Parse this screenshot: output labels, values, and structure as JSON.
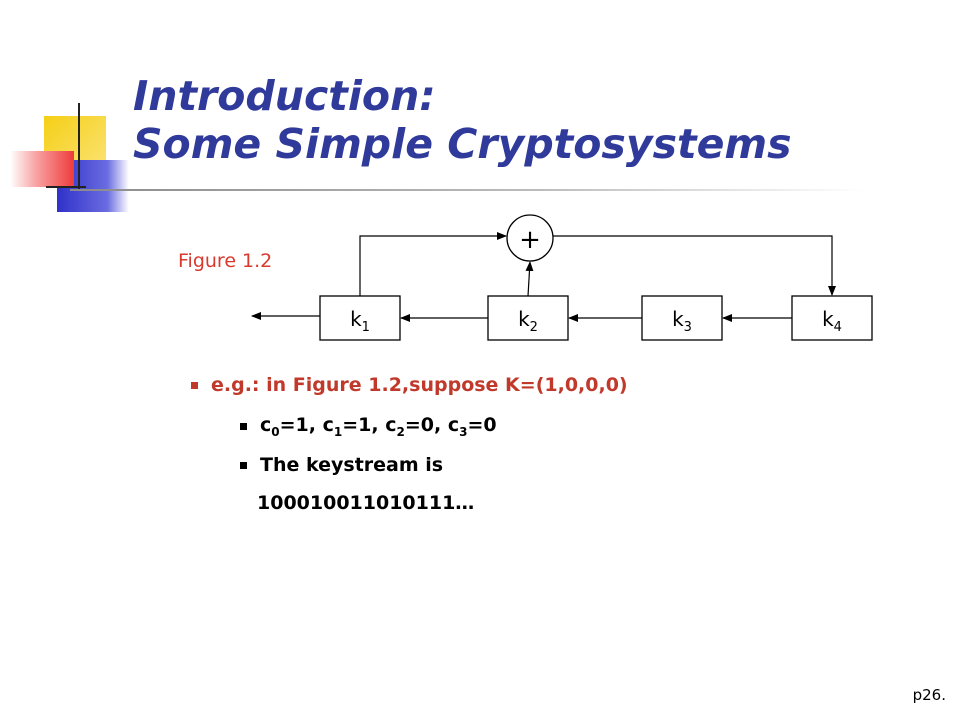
{
  "slide": {
    "title_line1": "Introduction:",
    "title_line2": "Some Simple Cryptosystems",
    "page_number": "p26."
  },
  "figure": {
    "label": "Figure 1.2",
    "adder_symbol": "+",
    "registers": [
      {
        "base": "k",
        "sub": "1"
      },
      {
        "base": "k",
        "sub": "2"
      },
      {
        "base": "k",
        "sub": "3"
      },
      {
        "base": "k",
        "sub": "4"
      }
    ]
  },
  "content": {
    "example_text": "e.g.: in Figure 1.2,suppose K=(1,0,0,0)",
    "coeffs": [
      {
        "base": "c",
        "sub": "0",
        "val": "=1, "
      },
      {
        "base": "c",
        "sub": "1",
        "val": "=1, "
      },
      {
        "base": "c",
        "sub": "2",
        "val": "=0, "
      },
      {
        "base": "c",
        "sub": "3",
        "val": "=0"
      }
    ],
    "keystream_intro": "The keystream is",
    "keystream_value": "100010011010111…"
  },
  "colors": {
    "title": "#2f3a9a",
    "accent_red": "#c0392b",
    "figure_label": "#d83a2e",
    "deco_yellow": "#f5cf16",
    "deco_blue": "#3d3fd1",
    "deco_red": "#ef3b3b"
  }
}
